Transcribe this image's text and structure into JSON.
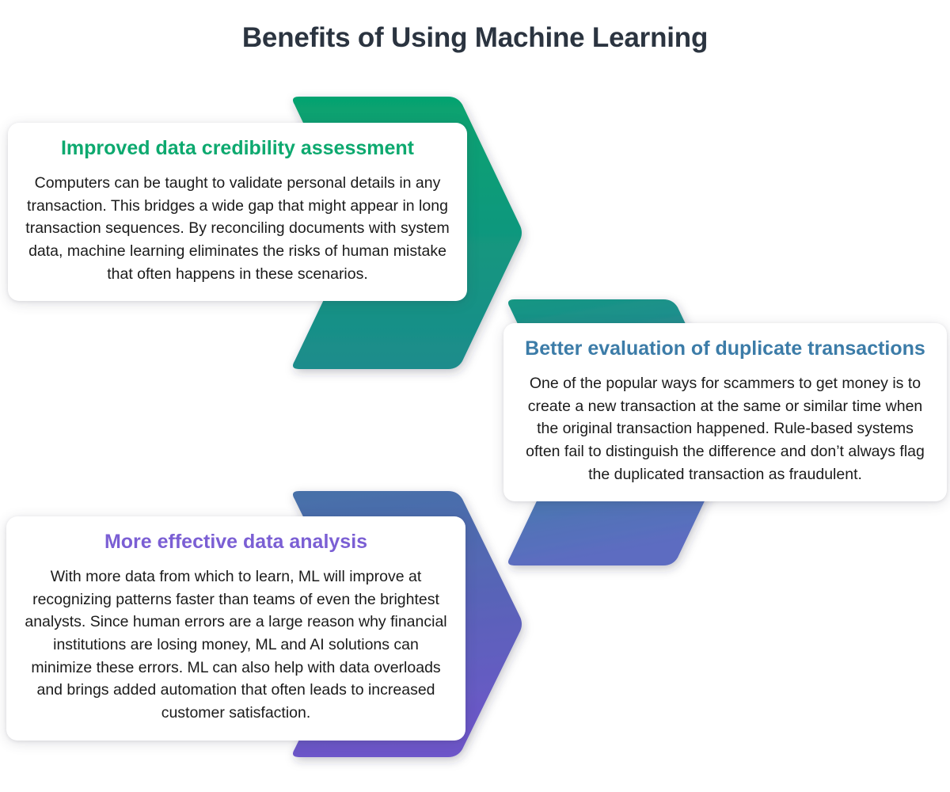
{
  "page": {
    "title": "Benefits of Using Machine Learning",
    "background_color": "#ffffff",
    "title_color": "#2b3440"
  },
  "cards": [
    {
      "id": "improved-data-credibility-assessment",
      "heading": "Improved data credibility assessment",
      "heading_color": "#0DA96F",
      "body": "Computers can be taught to validate personal details in any transaction. This bridges a wide gap that might appear in long transaction sequences. By reconciling documents with system data, machine learning eliminates the risks of human mistake that often happens in these scenarios.",
      "hex_gradient_from": "#06A36F",
      "hex_gradient_to": "#1C8C8C"
    },
    {
      "id": "better-evaluation-of-duplicate-transactions",
      "heading": "Better evaluation of duplicate transactions",
      "heading_color": "#3C7CA8",
      "body": "One of the popular ways for scammers to get money is to create a new transaction at the same or similar time when the original transaction happened. Rule-based systems often fail to distinguish the difference and don’t always flag the duplicated transaction as fraudulent.",
      "hex_gradient_from": "#139682",
      "hex_gradient_to": "#5D6CC1"
    },
    {
      "id": "more-effective-data-analysis",
      "heading": "More effective data analysis",
      "heading_color": "#7B5FD4",
      "body": "With more data from which to learn, ML will improve at recognizing patterns faster than teams of even the brightest analysts. Since human errors are a large reason why financial institutions are losing money, ML and AI solutions can minimize these errors. ML can also help with data overloads and brings added automation that often leads to increased customer satisfaction.",
      "hex_gradient_from": "#4670A8",
      "hex_gradient_to": "#6D56C9"
    }
  ]
}
